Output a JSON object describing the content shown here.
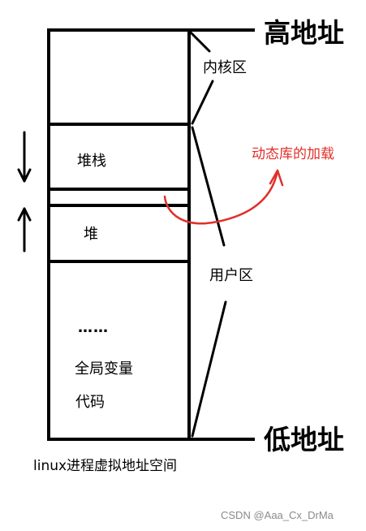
{
  "labels": {
    "high_address": "高地址",
    "low_address": "低地址",
    "kernel_space": "内核区",
    "user_space": "用户区",
    "stack": "堆栈",
    "heap": "堆",
    "ellipsis": "……",
    "globals": "全局变量",
    "code": "代码",
    "dynamic_lib": "动态库的加载",
    "caption": "linux进程虚拟地址空间"
  },
  "watermark": "CSDN @Aaa_Cx_DrMa",
  "colors": {
    "stroke": "#000000",
    "annotation": "#e0302a",
    "watermark": "#8a8a8a"
  },
  "arrows": {
    "stack_grows": "down",
    "heap_grows": "up"
  }
}
